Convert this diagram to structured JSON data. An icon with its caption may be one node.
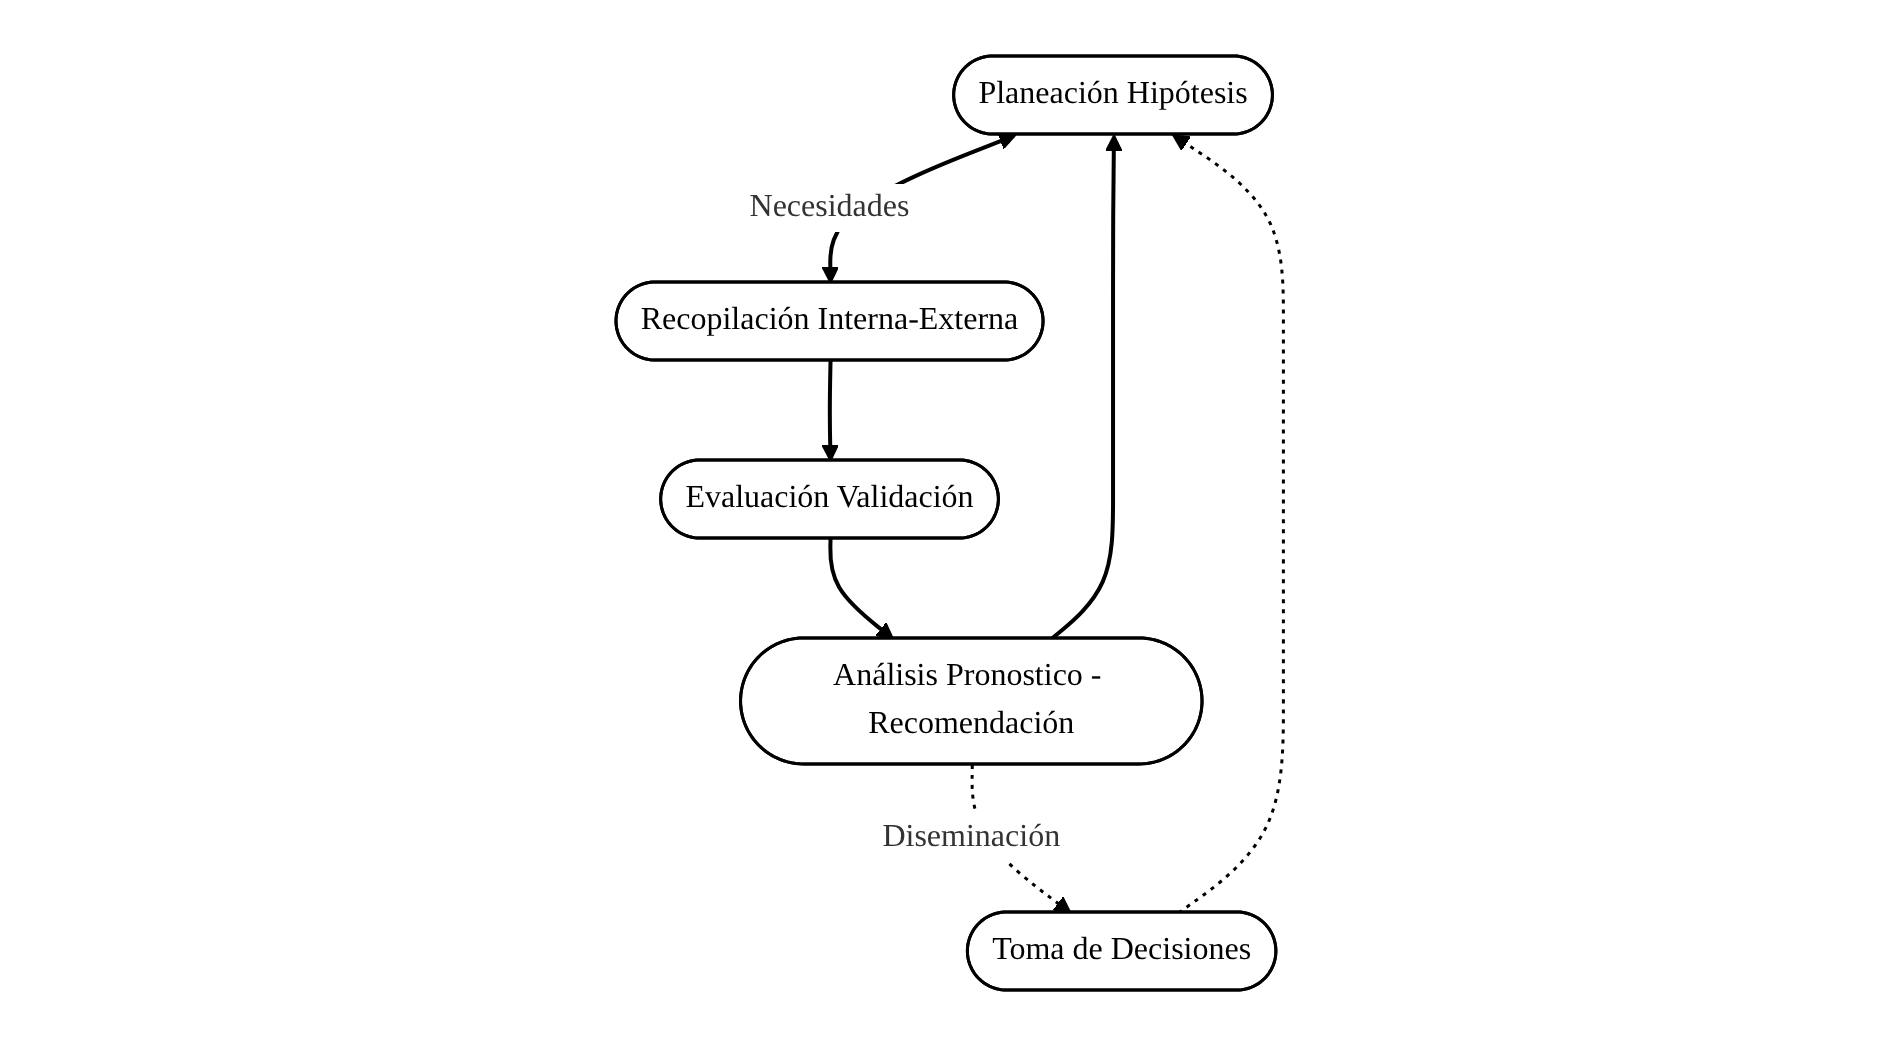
{
  "diagram": {
    "nodes": [
      {
        "text": [
          "Planeación Hipótesis"
        ]
      },
      {
        "text": [
          "Recopilación Interna-Externa"
        ]
      },
      {
        "text": [
          "Evaluación Validación"
        ]
      },
      {
        "text": [
          "Análisis Pronostico - Recomendación"
        ]
      },
      {
        "text": [
          "Toma de Decisiones"
        ]
      }
    ],
    "edges": [
      {
        "from": 0,
        "to": 1,
        "arrow": "both",
        "label": "Necesidades"
      },
      {
        "from": 1,
        "to": 2,
        "arrow": "to"
      },
      {
        "from": 2,
        "to": 3,
        "arrow": "to"
      },
      {
        "from": 3,
        "to": 0,
        "arrow": "to"
      },
      {
        "from": 3,
        "to": 4,
        "arrow": "to",
        "style": "dashed",
        "label": "Diseminación"
      },
      {
        "from": 4,
        "to": 0,
        "arrow": "to",
        "style": "dashed"
      }
    ]
  }
}
